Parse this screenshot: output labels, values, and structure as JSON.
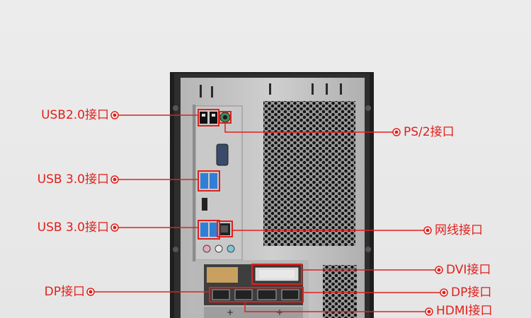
{
  "labels": {
    "usb20": "USB2.0接口",
    "usb30_top": "USB 3.0接口",
    "usb30_bottom": "USB 3.0接口",
    "dp_left": "DP接口",
    "ps2": "PS/2接口",
    "lan": "网线接口",
    "dvi": "DVI接口",
    "dp_right": "DP接口",
    "hdmi": "HDMI接口"
  },
  "colors": {
    "callout": "#e0201c",
    "chassis": "#2b2b2b",
    "panel": "#bdbdbd",
    "usb3_blue": "#2f7fd6"
  }
}
